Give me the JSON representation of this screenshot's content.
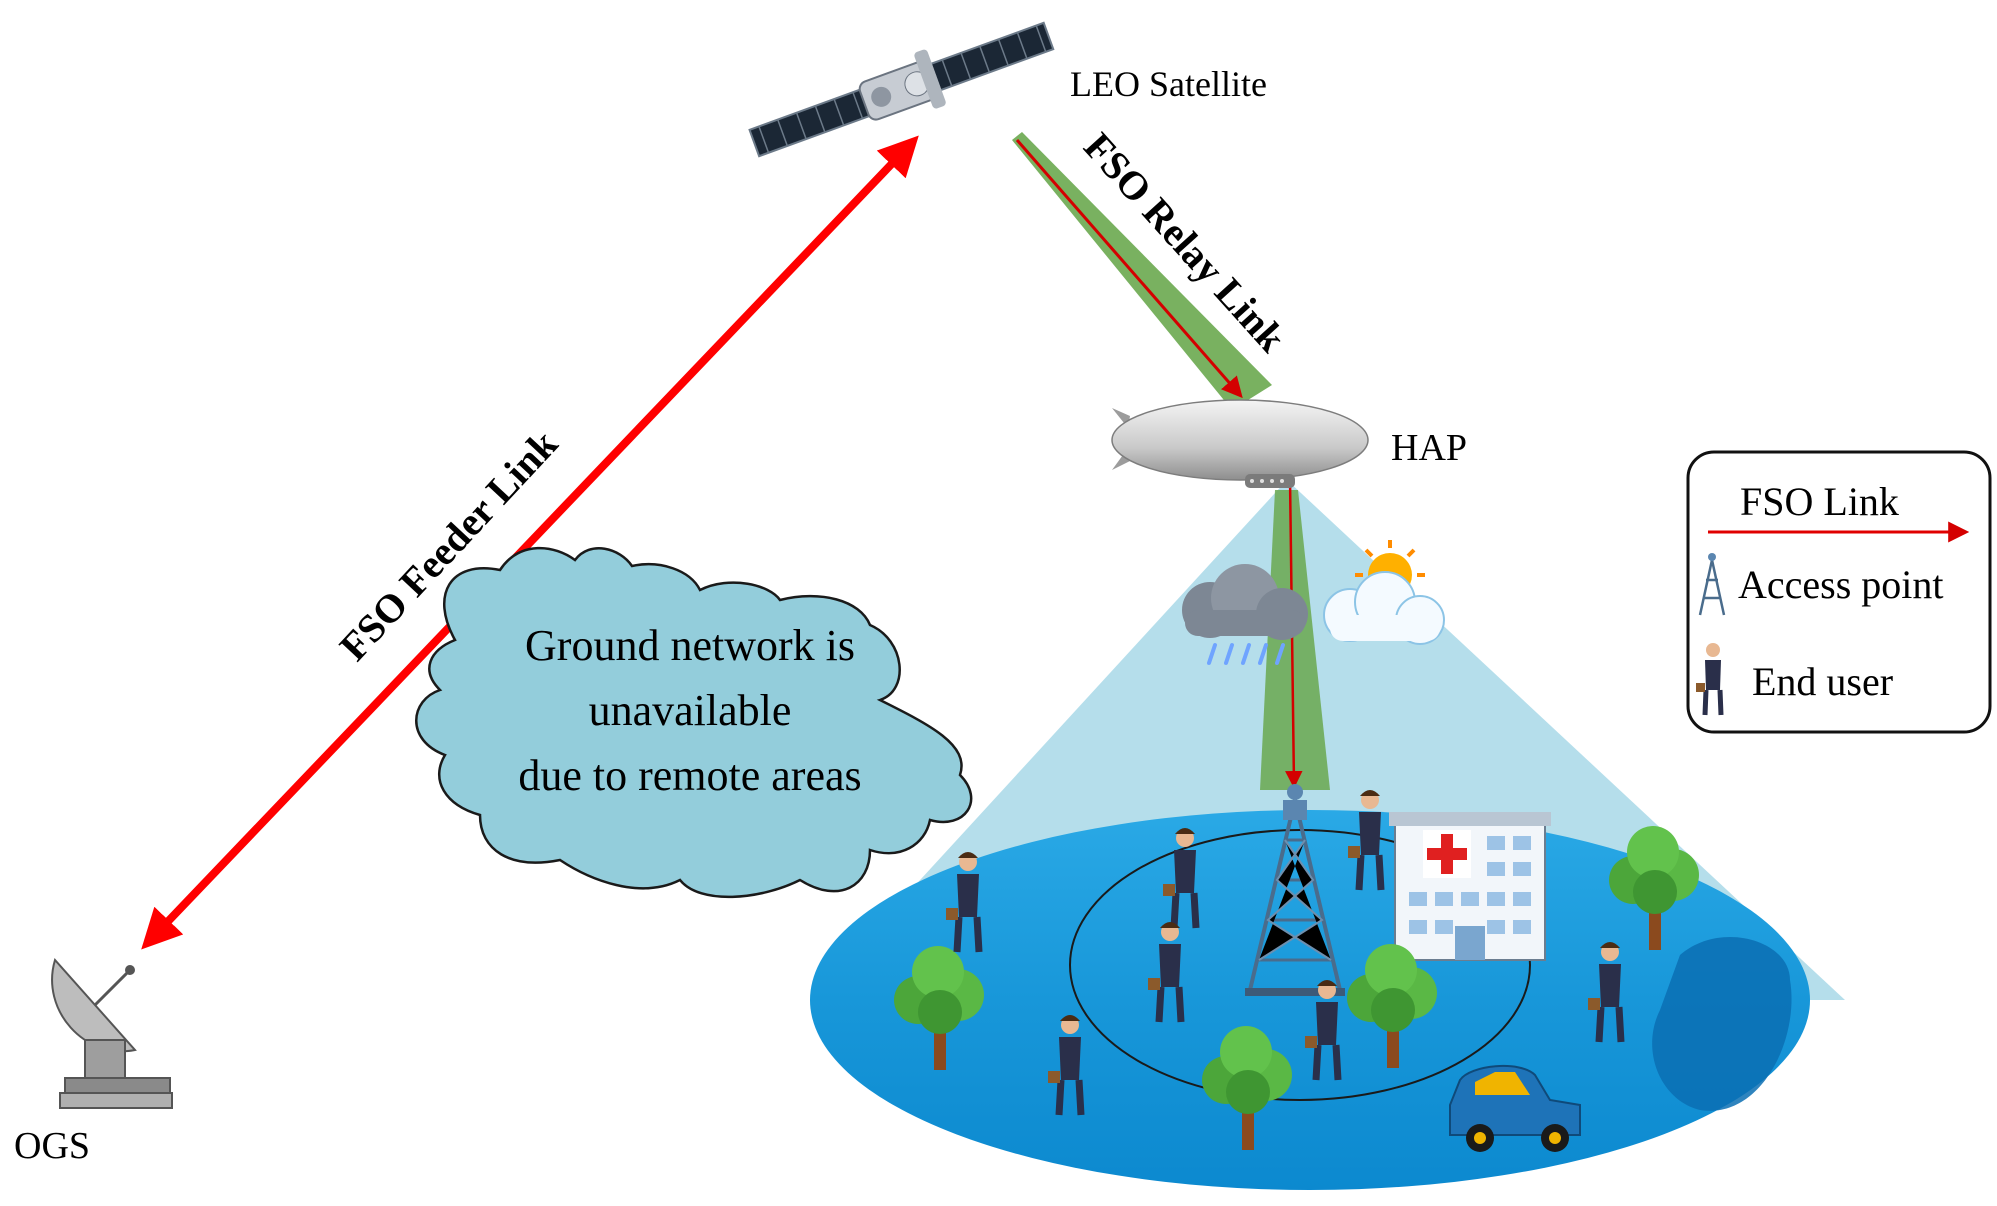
{
  "labels": {
    "satellite": "LEO Satellite",
    "hap": "HAP",
    "ogs": "OGS",
    "feeder_link": "FSO Feeder Link",
    "relay_link": "FSO Relay Link"
  },
  "cloud_note": {
    "line1": "Ground network is",
    "line2": "unavailable",
    "line3": "due to remote areas"
  },
  "legend": {
    "fso_link": "FSO Link",
    "access_point": "Access point",
    "end_user": "End user"
  },
  "colors": {
    "link_red": "#ff0000",
    "beam_green": "#6aa84f",
    "coverage_cone": "#a8d8e8",
    "ground_blue": "#10a4e0",
    "cloud_fill": "#93cddb"
  },
  "icons": [
    "satellite-icon",
    "airship-icon",
    "dish-antenna-icon",
    "cell-tower-icon",
    "hospital-icon",
    "tree-icon",
    "person-icon",
    "car-icon",
    "rain-cloud-icon",
    "sun-cloud-icon"
  ]
}
